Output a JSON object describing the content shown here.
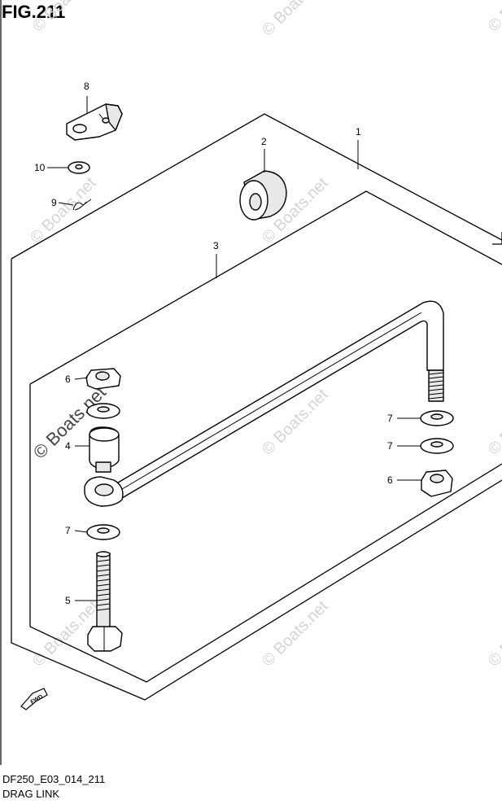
{
  "figure": {
    "title": "FIG.211",
    "code": "DF250_E03_014_211",
    "name": "DRAG LINK"
  },
  "callouts": [
    "1",
    "2",
    "3",
    "4",
    "5",
    "6",
    "6",
    "7",
    "7",
    "7",
    "8",
    "9",
    "10"
  ],
  "watermark": {
    "text": "© Boats.net"
  },
  "direction_arrow": {
    "label": "FWD"
  }
}
